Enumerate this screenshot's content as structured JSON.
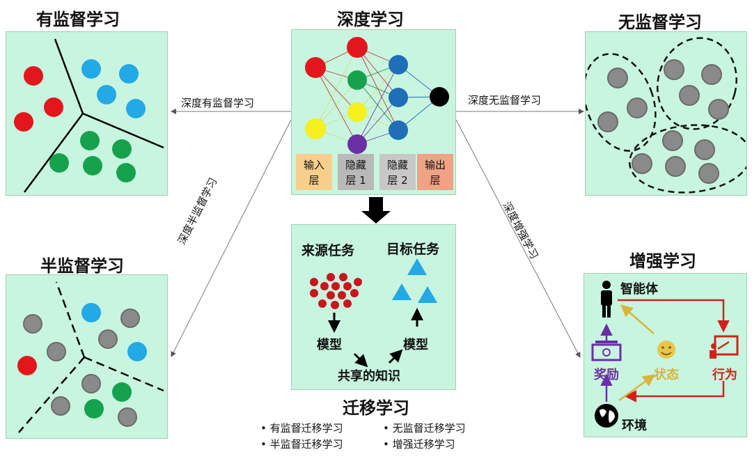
{
  "titles": {
    "supervised": "有监督学习",
    "deep": "深度学习",
    "unsupervised": "无监督学习",
    "semi": "半监督学习",
    "reinforcement": "增强学习",
    "transfer": "迁移学习"
  },
  "edges": {
    "deep_supervised": "深度有监督学习",
    "deep_unsupervised": "深度无监督学习",
    "deep_semi": "深度半监督学习",
    "deep_reinforcement": "深度增强学习"
  },
  "layers": [
    {
      "line1": "输入",
      "line2": "层",
      "color": "#f7cf8a"
    },
    {
      "line1": "隐藏",
      "line2": "层 1",
      "color": "#b9b9b9"
    },
    {
      "line1": "隐藏",
      "line2": "层 2",
      "color": "#c8c8c8"
    },
    {
      "line1": "输出",
      "line2": "层",
      "color": "#f0a285"
    }
  ],
  "transfer": {
    "source_task": "来源任务",
    "target_task": "目标任务",
    "model_left": "模型",
    "model_right": "模型",
    "shared": "共享的知识"
  },
  "transfer_types": [
    "有监督迁移学习",
    "无监督迁移学习",
    "半监督迁移学习",
    "增强迁移学习"
  ],
  "reinforcement": {
    "agent": "智能体",
    "reward": "奖励",
    "state": "状态",
    "action": "行为",
    "environment": "环境"
  },
  "colors": {
    "panel": "#c8f5df",
    "red": "#e3161b",
    "blue": "#22a9e6",
    "green": "#16a24c",
    "gray": "#8a8a8a",
    "reward": "#6a2fa6",
    "state": "#d8b43b",
    "action": "#d0231c"
  }
}
